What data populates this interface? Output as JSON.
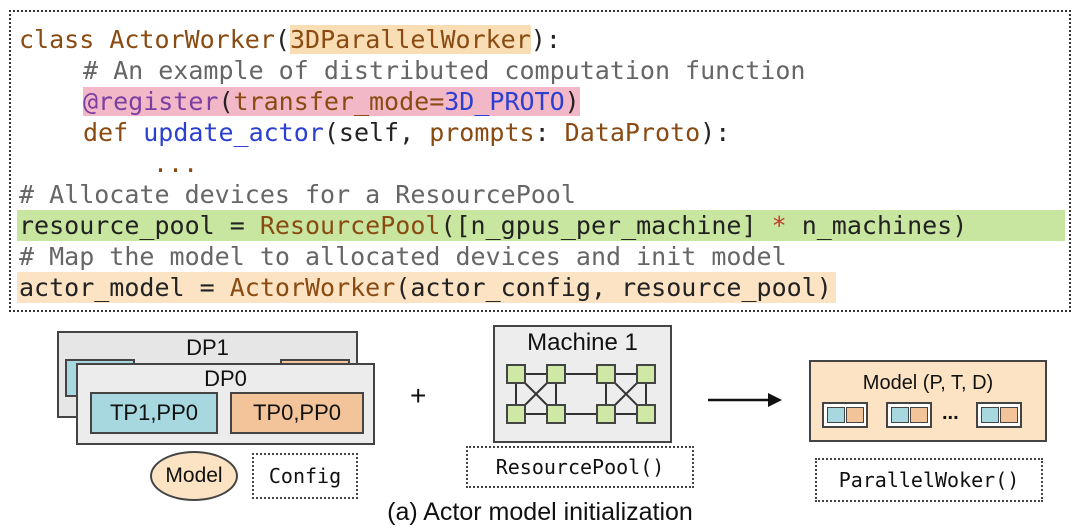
{
  "code": {
    "l1_kw": "class",
    "l1_name": "ActorWorker",
    "l1_open": "(",
    "l1_base": "3DParallelWorker",
    "l1_close": "):",
    "l2": "# An example of distributed computation function",
    "l3_dec": "@register",
    "l3_open": "(",
    "l3_arg": "transfer_mode=",
    "l3_val": "3D_PROTO",
    "l3_close": ")",
    "l4_kw": "def",
    "l4_fn": "update_actor",
    "l4_args": "(self, ",
    "l4_param": "prompts",
    "l4_colon": ": ",
    "l4_type": "DataProto",
    "l4_end": "):",
    "l5": "...",
    "l6": "# Allocate devices for a ResourcePool",
    "l7_a": "resource_pool = ",
    "l7_cls": "ResourcePool",
    "l7_b": "([n_gpus_per_machine] ",
    "l7_op": "*",
    "l7_c": " n_machines)",
    "l8": "# Map the model to allocated devices and init model",
    "l9_a": "actor_model = ",
    "l9_cls": "ActorWorker",
    "l9_b": "(actor_config, resource_pool)"
  },
  "diagram": {
    "dp1": "DP1",
    "dp0": "DP0",
    "tp1": "TP1,PP0",
    "tp0": "TP0,PP0",
    "model": "Model",
    "config": "Config",
    "plus": "+",
    "machine": "Machine 1",
    "resource_pool": "ResourcePool()",
    "model_ptd": "Model (P, T, D)",
    "ellipsis": "...",
    "parallel_worker": "ParallelWoker()",
    "caption": "(a) Actor model  initialization"
  },
  "colors": {
    "tp_blue": "#a8d8df",
    "tp_orange": "#f3c49a",
    "node_green": "#cfe8a6",
    "model_fill": "#fbe3c3"
  }
}
